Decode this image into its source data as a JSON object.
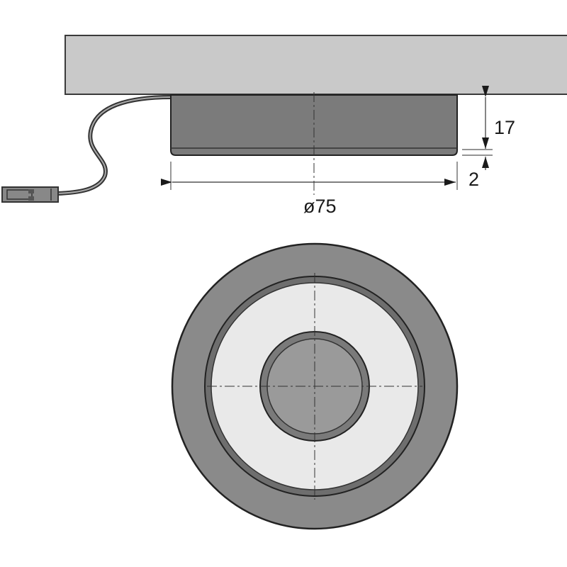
{
  "dimensions": {
    "diameter": "ø75",
    "height": "17",
    "offset": "2"
  },
  "colors": {
    "shelf": "#c9c9c9",
    "body": "#7b7b7b",
    "lens": "#e9e9e9",
    "line": "#222222"
  }
}
